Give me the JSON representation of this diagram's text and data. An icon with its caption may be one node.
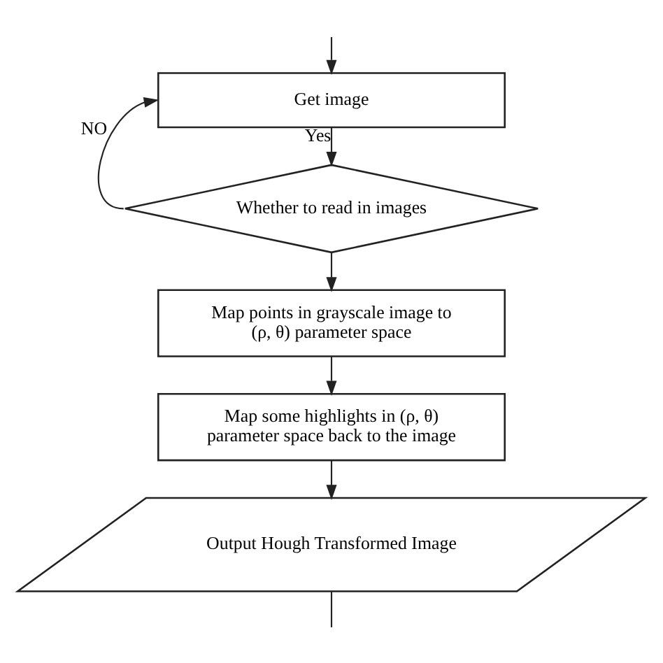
{
  "diagram": {
    "nodes": [
      {
        "text": [
          "Get image"
        ]
      },
      {
        "text": [
          "Whether to read in images"
        ]
      },
      {
        "text": [
          "Map points in grayscale image to (ρ, θ) parameter space"
        ]
      },
      {
        "text": [
          "Map some highlights in (ρ, θ) parameter space back to the image"
        ]
      },
      {
        "text": [
          "Output Hough Transformed Image"
        ]
      }
    ],
    "edges": [
      {
        "from": null,
        "to": 0,
        "arrow": "to"
      },
      {
        "from": 0,
        "to": 1,
        "arrow": "to",
        "label": "Yes"
      },
      {
        "from": 1,
        "to": 0,
        "arrow": "to",
        "label": "NO"
      },
      {
        "from": 1,
        "to": 2,
        "arrow": "to"
      },
      {
        "from": 2,
        "to": 3,
        "arrow": "to"
      },
      {
        "from": 3,
        "to": 4,
        "arrow": "to"
      },
      {
        "from": 4,
        "to": null,
        "arrow": "none"
      }
    ]
  }
}
